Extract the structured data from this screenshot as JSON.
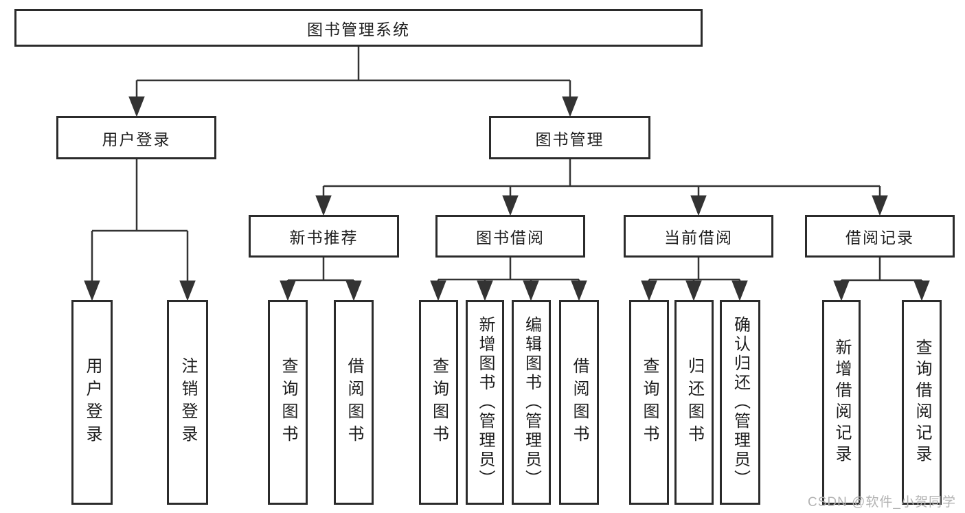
{
  "title": {
    "label": "图书管理系统"
  },
  "level2": [
    {
      "label": "用户登录"
    },
    {
      "label": "图书管理"
    }
  ],
  "level3": [
    {
      "label": "新书推荐",
      "parent": "图书管理"
    },
    {
      "label": "图书借阅",
      "parent": "图书管理"
    },
    {
      "label": "当前借阅",
      "parent": "图书管理"
    },
    {
      "label": "借阅记录",
      "parent": "图书管理"
    }
  ],
  "leaves": [
    {
      "label": "用户登录",
      "parent": "用户登录"
    },
    {
      "label": "注销登录",
      "parent": "用户登录"
    },
    {
      "label": "查询图书",
      "parent": "新书推荐"
    },
    {
      "label": "借阅图书",
      "parent": "新书推荐"
    },
    {
      "label": "查询图书",
      "parent": "图书借阅"
    },
    {
      "label": "新增图书（管理员）",
      "parent": "图书借阅"
    },
    {
      "label": "编辑图书（管理员）",
      "parent": "图书借阅"
    },
    {
      "label": "借阅图书",
      "parent": "图书借阅"
    },
    {
      "label": "查询图书",
      "parent": "当前借阅"
    },
    {
      "label": "归还图书",
      "parent": "当前借阅"
    },
    {
      "label": "确认归还（管理员）",
      "parent": "当前借阅"
    },
    {
      "label": "新增借阅记录",
      "parent": "借阅记录"
    },
    {
      "label": "查询借阅记录",
      "parent": "借阅记录"
    }
  ],
  "watermark": "CSDN @软件_小贺同学",
  "colors": {
    "line": "#333333",
    "border": "#2b2b2b",
    "text": "#1d1d1d",
    "watermark": "#b3b3b3",
    "background": "#ffffff"
  }
}
